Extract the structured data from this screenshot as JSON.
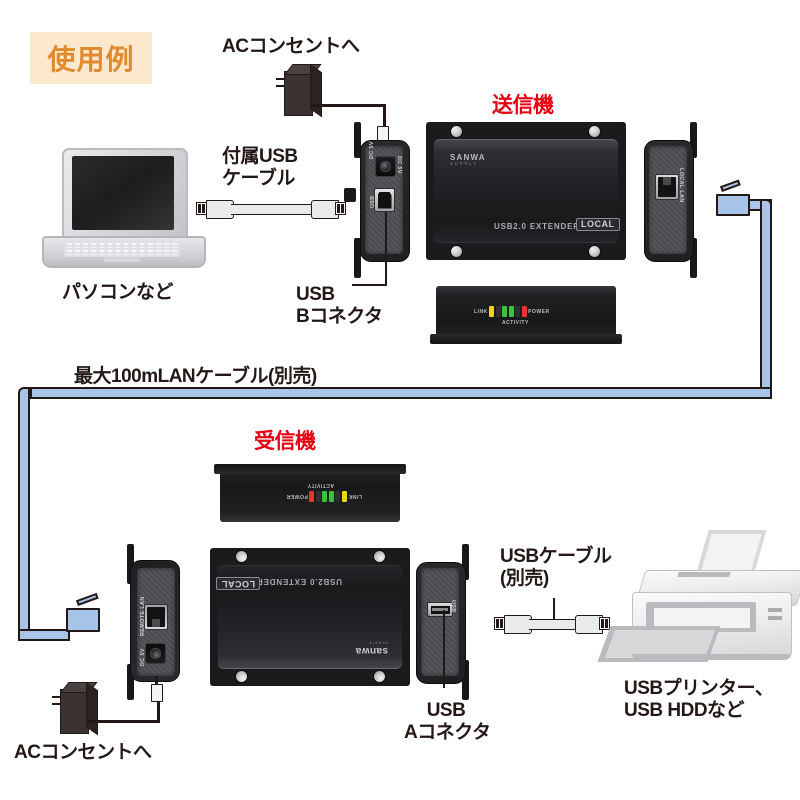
{
  "badge": {
    "text": "使用例"
  },
  "labels": {
    "ac_outlet_top": "ACコンセントへ",
    "ac_outlet_bottom": "ACコンセントへ",
    "usb_cable_included": "付属USB\nケーブル",
    "pc": "パソコンなど",
    "usb_b_connector": "USB\nBコネクタ",
    "transmitter": "送信機",
    "receiver": "受信機",
    "lan_cable": "最大100mLANケーブル(別売)",
    "usb_cable_separate": "USBケーブル\n(別売)",
    "usb_a_connector": "USB\nAコネクタ",
    "peripherals": "USBプリンター、\nUSB HDDなど"
  },
  "device": {
    "brand": "SANWA",
    "brand_sub": "SUPPLY",
    "model": "USB2.0 EXTENDER",
    "local_tag": "LOCAL",
    "sanwa_mark": "sanwa",
    "sanwa_mark_sub": "supply"
  },
  "ports": {
    "dc_in": "DC 5V",
    "usb_b": "USB",
    "usb_a": "USB",
    "local_lan": "LOCAL LAN",
    "remote_lan": "REMOTE LAN"
  },
  "leds": {
    "link": "LINK",
    "activity": "ACTIVITY",
    "power": "POWER",
    "colors": [
      "#f2d21a",
      "#39c43c",
      "#39c43c",
      "#e8352b"
    ]
  },
  "colors": {
    "badge_bg": "#fbe8cd",
    "badge_text": "#e08a2e",
    "red_text": "#e60012",
    "body_text": "#231815",
    "lan_cable": "#a8c4e8",
    "device_black": "#1b1b1d"
  }
}
